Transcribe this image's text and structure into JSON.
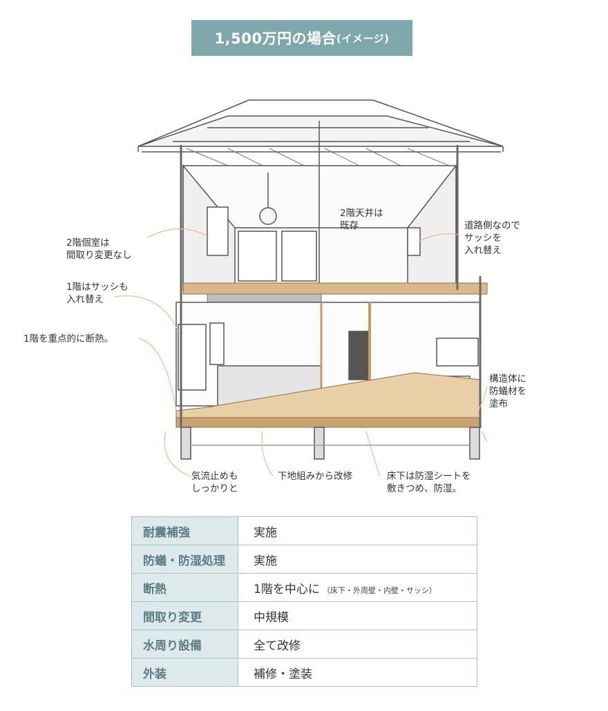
{
  "title": {
    "main": "1,500万円の場合",
    "sub": "(イメージ)"
  },
  "callouts": [
    {
      "id": "2f-ceiling",
      "text": "2階天井は\n既存"
    },
    {
      "id": "2f-room",
      "text": "2階個室は\n間取り変更なし"
    },
    {
      "id": "road-sash",
      "text": "道路側なので\nサッシを\n入れ替え"
    },
    {
      "id": "1f-sash",
      "text": "1階はサッシも\n入れ替え"
    },
    {
      "id": "1f-insulation",
      "text": "1階を重点的に断熱。"
    },
    {
      "id": "termite",
      "text": "構造体に\n防蟻材を\n塗布"
    },
    {
      "id": "airflow",
      "text": "気流止めも\nしっかりと"
    },
    {
      "id": "foundation",
      "text": "下地組みから改修"
    },
    {
      "id": "moisture",
      "text": "床下は防湿シートを\n敷きつめ、防湿。"
    }
  ],
  "table": {
    "rows": [
      {
        "label": "耐震補強",
        "value": "実施",
        "note": ""
      },
      {
        "label": "防蟻・防湿処理",
        "value": "実施",
        "note": ""
      },
      {
        "label": "断熱",
        "value": "1階を中心に",
        "note": "（床下・外周壁・内壁・サッシ）"
      },
      {
        "label": "間取り変更",
        "value": "中規模",
        "note": ""
      },
      {
        "label": "水周り設備",
        "value": "全て改修",
        "note": ""
      },
      {
        "label": "外装",
        "value": "補修・塗装",
        "note": ""
      }
    ]
  },
  "colors": {
    "badge": "#7fa8ad",
    "label_bg": "#dde9eb",
    "label_text": "#5c7d84",
    "border": "#a9c3c7",
    "wood": "#d9b98a",
    "leader": "#f0b994"
  }
}
